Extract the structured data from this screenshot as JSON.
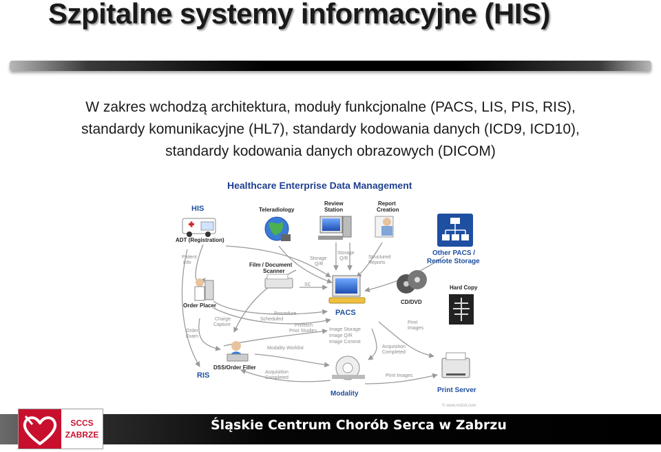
{
  "title": "Szpitalne systemy informacyjne (HIS)",
  "intro": {
    "line1": "W zakres wchodzą architektura, moduły funkcjonalne (PACS, LIS, PIS, RIS),",
    "line2": "standardy komunikacyjne (HL7), standardy kodowania danych (ICD9, ICD10),",
    "line3": "standardy kodowania danych obrazowych (DICOM)"
  },
  "diagram": {
    "title": "Healthcare Enterprise Data Management",
    "nodes": {
      "his": "HIS",
      "adt": "ADT (Registration)",
      "teleradiology": "Teleradiology",
      "review1": "Review",
      "review2": "Station",
      "report1": "Report",
      "report2": "Creation",
      "other_pacs1": "Other PACS /",
      "other_pacs2": "Remote Storage",
      "film1": "Film / Document",
      "film2": "Scanner",
      "order_placer": "Order Placer",
      "hard_copy": "Hard Copy",
      "cd_dvd": "CD/DVD",
      "pacs": "PACS",
      "dss1": "DSS/Order Filler",
      "ris": "RIS",
      "modality": "Modality",
      "print_server": "Print Server"
    },
    "edges": {
      "patient1": "Patient",
      "patient2": "Info",
      "storage_qr1_a": "Storage",
      "storage_qr1_b": "Q/R",
      "storage_qr2_a": "Storage",
      "storage_qr2_b": "Q/R",
      "structured1": "Structured",
      "structured2": "Reports",
      "sc": "SC",
      "procedure1": "Procedure",
      "procedure2": "Scheduled",
      "prefetch1": "Prefetch",
      "prefetch2": "Prior Studies",
      "charge1": "Charge",
      "charge2": "Capture",
      "order1": "Order",
      "order2": "Exam",
      "image_storage": "Image Storage",
      "image_qr": "Image Q/R",
      "image_commit": "Image Commit",
      "print_images1": "Print",
      "print_images2": "Images",
      "modality_worklist": "Modality Worklist",
      "acq_completed1_a": "Acquisition",
      "acq_completed1_b": "Completed",
      "acq_completed2_a": "Acquisition",
      "acq_completed2_b": "Completed",
      "print_images_bottom": "Print Images"
    },
    "credit": "© www.mdzol.com",
    "colors": {
      "title": "#1f3f8f",
      "label": "#222222",
      "edge_label": "#8a8a8a",
      "accent": "#1e4fa0"
    }
  },
  "footer": {
    "logo_line1": "SCCS",
    "logo_line2": "ZABRZE",
    "text": "Śląskie Centrum Chorób Serca w Zabrzu",
    "colors": {
      "logo_red": "#c8102e"
    }
  }
}
